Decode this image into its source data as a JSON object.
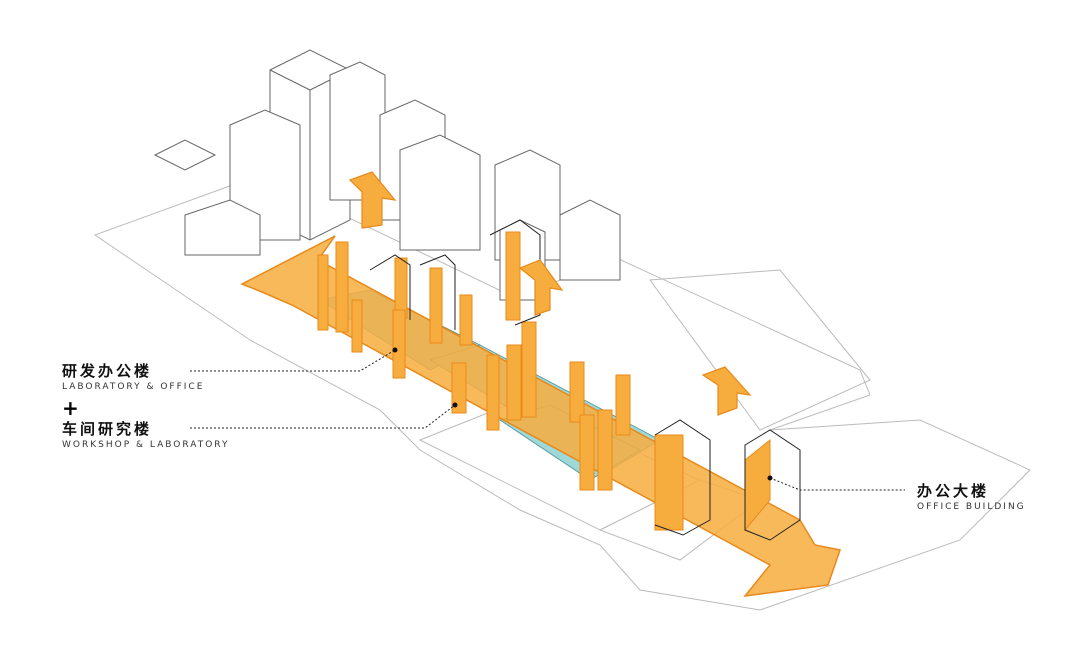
{
  "labels": {
    "lab_office": {
      "cn": "研发办公楼",
      "en": "LABORATORY & OFFICE"
    },
    "plus": "+",
    "workshop_lab": {
      "cn": "车间研究楼",
      "en": "WORKSHOP & LABORATORY"
    },
    "office_building": {
      "cn": "办公大楼",
      "en": "OFFICE BUILDING"
    }
  },
  "colors": {
    "orange": "#F7AD3E",
    "orange_stroke": "#E8891A",
    "teal": "#9ED9DA",
    "line": "#555555"
  }
}
